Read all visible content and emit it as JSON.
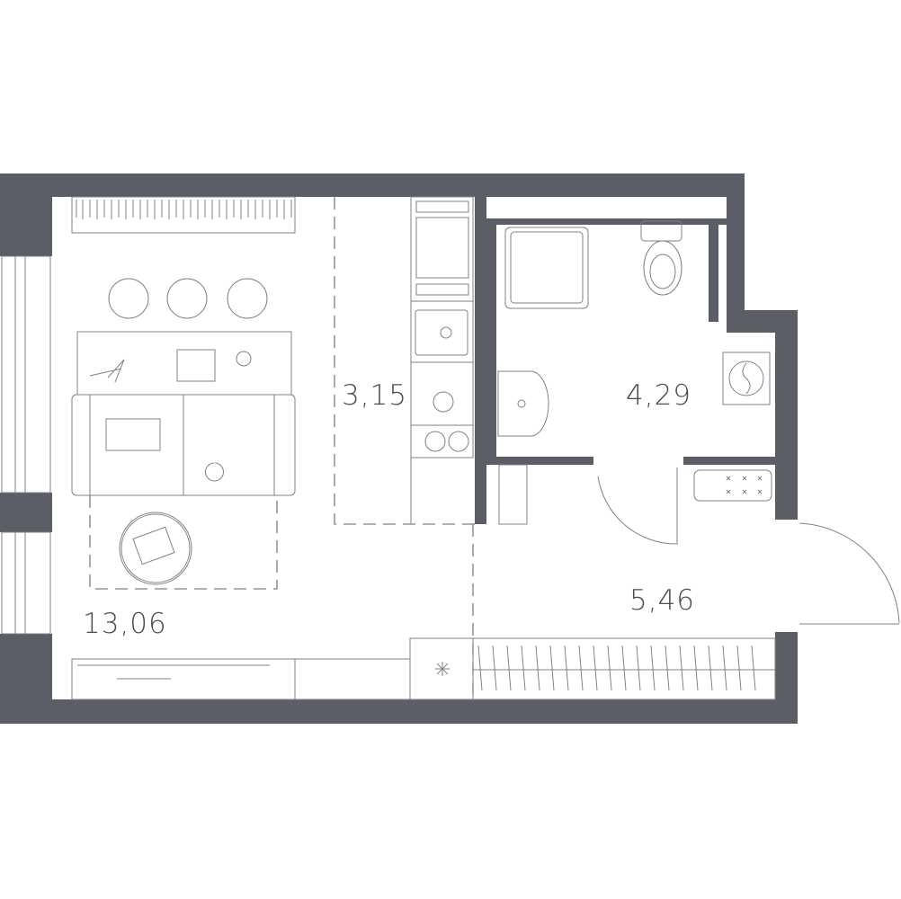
{
  "plan": {
    "rooms": [
      {
        "name": "living-room",
        "area": "13,06"
      },
      {
        "name": "kitchen",
        "area": "3,15"
      },
      {
        "name": "bathroom",
        "area": "4,29"
      },
      {
        "name": "hallway",
        "area": "5,46"
      }
    ],
    "colors": {
      "wall": "#5b5e66",
      "line": "#7d8087"
    }
  }
}
